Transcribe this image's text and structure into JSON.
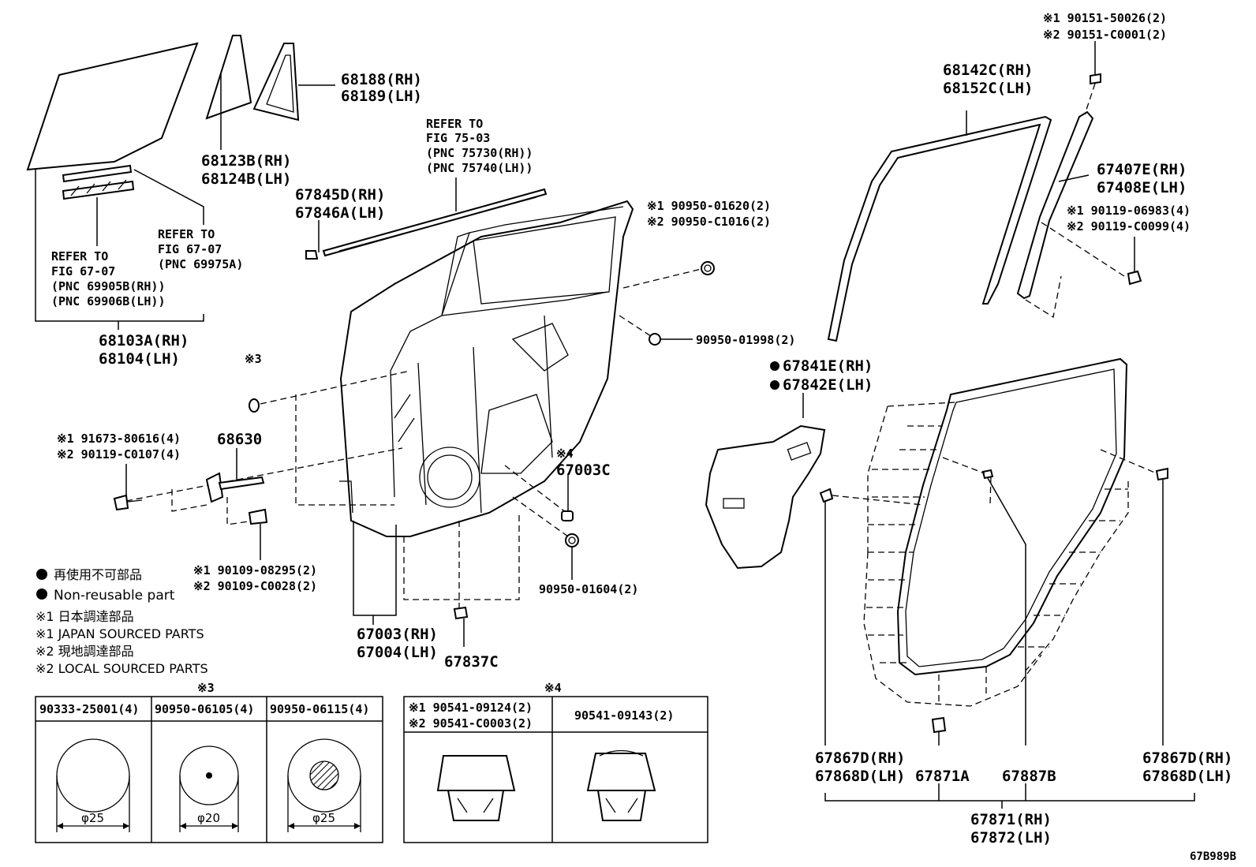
{
  "labels": {
    "top_right_note_1": "※1 90151-50026(2)",
    "top_right_note_2": "※2 90151-C0001(2)",
    "p68188": "68188(RH)",
    "p68189": "68189(LH)",
    "p68123B": "68123B(RH)",
    "p68124B": "68124B(LH)",
    "refer_7503_1": "REFER TO",
    "refer_7503_2": "FIG 75-03",
    "refer_7503_3": "(PNC 75730(RH))",
    "refer_7503_4": "(PNC 75740(LH))",
    "p67845D": "67845D(RH)",
    "p67846A": "67846A(LH)",
    "refer_6707a_1": "REFER TO",
    "refer_6707a_2": "FIG 67-07",
    "refer_6707a_3": "(PNC 69975A)",
    "refer_6707b_1": "REFER TO",
    "refer_6707b_2": "FIG 67-07",
    "refer_6707b_3": "(PNC 69905B(RH))",
    "refer_6707b_4": "(PNC 69906B(LH))",
    "p68103A": "68103A(RH)",
    "p68104": "68104(LH)",
    "p68142C": "68142C(RH)",
    "p68152C": "68152C(LH)",
    "p67407E": "67407E(RH)",
    "p67408E": "67408E(LH)",
    "bolt_1": "※1 90119-06983(4)",
    "bolt_2": "※2 90119-C0099(4)",
    "clip_1": "※1 90950-01620(2)",
    "clip_2": "※2 90950-C1016(2)",
    "p909501998": "90950-01998(2)",
    "p67841E": "67841E(RH)",
    "p67842E": "67842E(LH)",
    "mark3": "※3",
    "p68630": "68630",
    "screw_1": "※1 91673-80616(4)",
    "screw_2": "※2 90119-C0107(4)",
    "mark4": "※4",
    "p67003C": "67003C",
    "bolt2_1": "※1 90109-08295(2)",
    "bolt2_2": "※2 90109-C0028(2)",
    "p909501604": "90950-01604(2)",
    "p67003": "67003(RH)",
    "p67004": "67004(LH)",
    "p67837C": "67837C",
    "p67867D_l": "67867D(RH)",
    "p67868D_l": "67868D(LH)",
    "p67871A": "67871A",
    "p67887B": "67887B",
    "p67867D_r": "67867D(RH)",
    "p67868D_r": "67868D(LH)",
    "p67871": "67871(RH)",
    "p67872": "67872(LH)",
    "drawing_code": "67B989B"
  },
  "legend": {
    "non_reusable_jp": "再使用不可部品",
    "non_reusable_en": "Non-reusable part",
    "japan_jp": "※1 日本調達部品",
    "japan_en": "※1 JAPAN SOURCED PARTS",
    "local_jp": "※2 現地調達部品",
    "local_en": "※2 LOCAL SOURCED PARTS"
  },
  "table3": {
    "mark": "※3",
    "cols": [
      {
        "part": "90333-25001(4)",
        "dim": "φ25"
      },
      {
        "part": "90950-06105(4)",
        "dim": "φ20"
      },
      {
        "part": "90950-06115(4)",
        "dim": "φ25"
      }
    ]
  },
  "table4": {
    "mark": "※4",
    "col1_line1": "※1 90541-09124(2)",
    "col1_line2": "※2 90541-C0003(2)",
    "col2": "90541-09143(2)"
  }
}
